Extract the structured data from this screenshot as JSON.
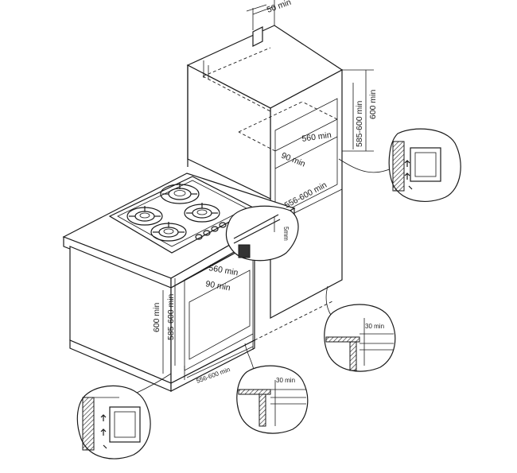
{
  "dimensions": {
    "top_gap": "50 min",
    "tall_depth": "560 min",
    "tall_vent": "90 min",
    "tall_width": "556-600 min",
    "tall_height_range": "585-600 min",
    "tall_height_min": "600 min",
    "hob_gap": "5mm",
    "base_depth": "560 min",
    "base_vent": "90 min",
    "base_height_range": "585-600 min",
    "base_height_min": "600 min",
    "base_width": "556-600 min",
    "plinth_gap_1": "30 min",
    "plinth_gap_2": "30 min"
  }
}
